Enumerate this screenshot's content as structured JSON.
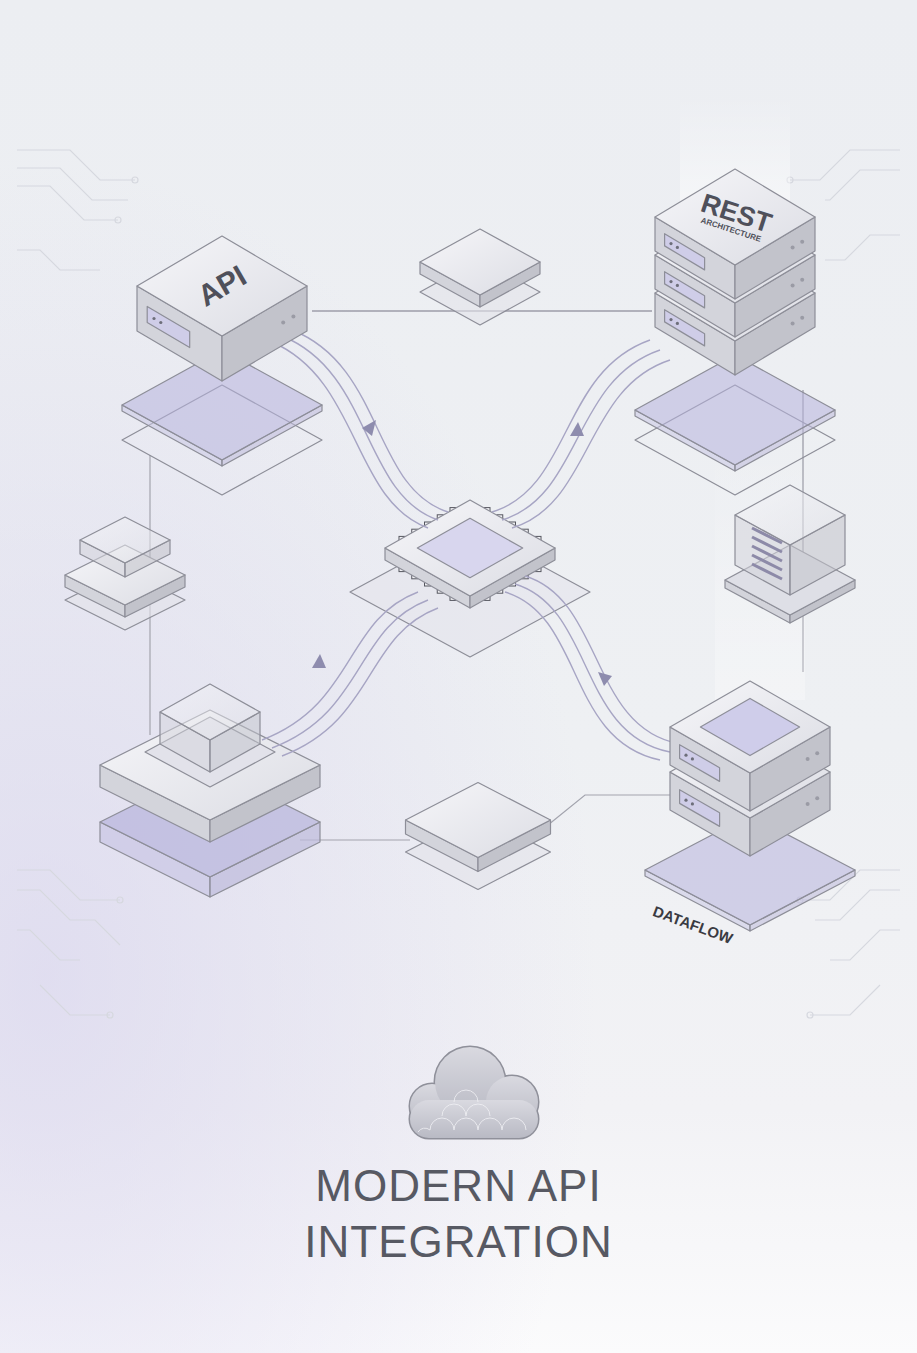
{
  "diagram": {
    "title": "MODERN API INTEGRATION",
    "nodes": [
      {
        "text": [
          "API"
        ]
      },
      {
        "text": [
          "REST",
          "ARCHITECTURE"
        ]
      },
      {
        "text": [
          "DATAFLOW"
        ]
      }
    ],
    "edges": [
      {
        "from": 0,
        "to": 1,
        "arrow": "none"
      },
      {
        "from": 1,
        "to": 2,
        "arrow": "none"
      }
    ]
  }
}
